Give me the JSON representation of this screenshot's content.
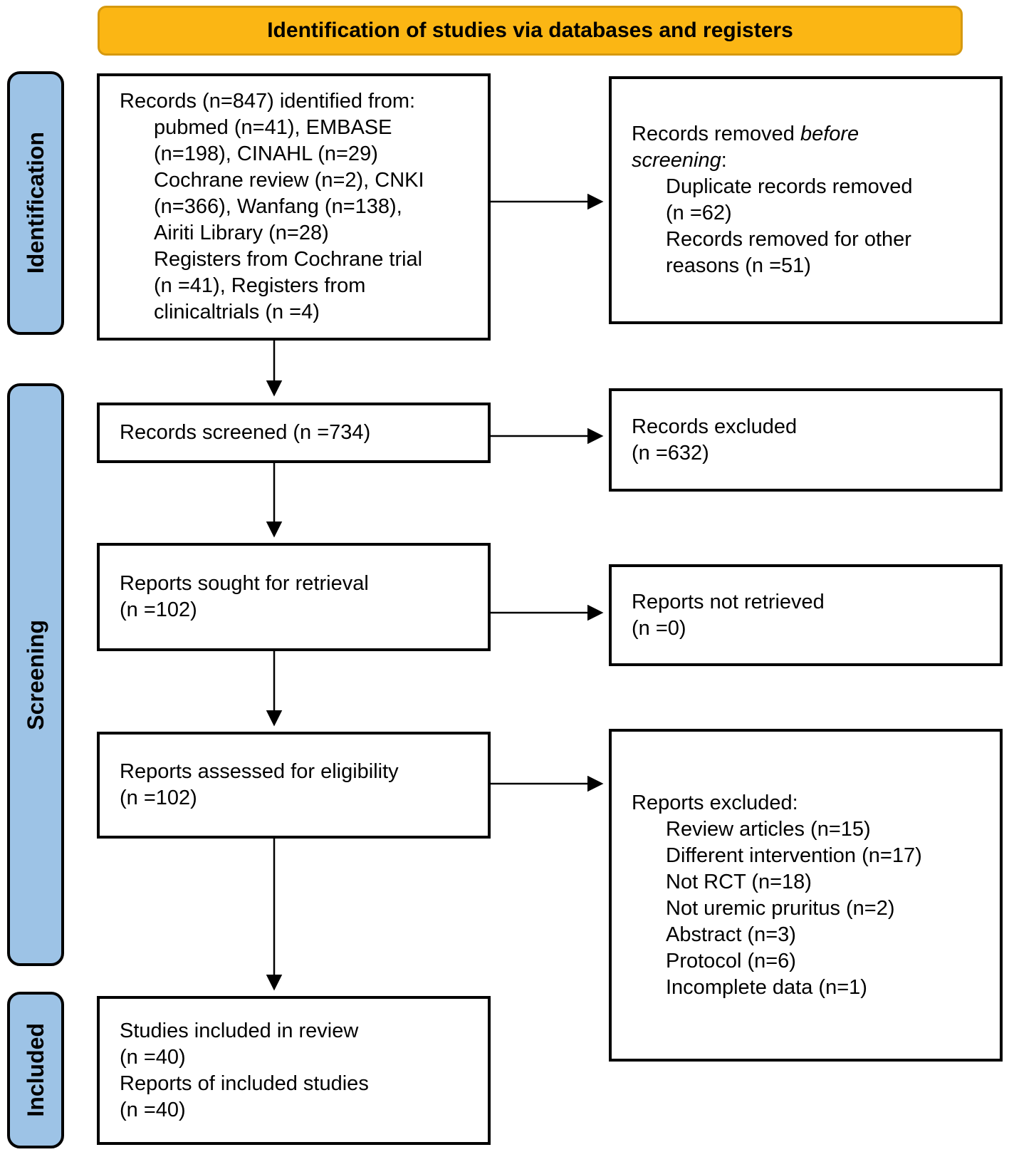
{
  "header": {
    "title": "Identification of studies via databases and registers"
  },
  "colors": {
    "header_fill": "#FBB614",
    "header_border": "#D6990F",
    "stage_fill": "#9DC3E6",
    "stage_border": "#000000",
    "box_border": "#000000",
    "text": "#000000"
  },
  "stages": [
    {
      "label": "Identification"
    },
    {
      "label": "Screening"
    },
    {
      "label": "Included"
    }
  ],
  "flow": {
    "left": [
      {
        "id": "records-identified",
        "lines": [
          {
            "text": "Records (n=847) identified from:",
            "indent": 0
          },
          {
            "text": "pubmed (n=41), EMBASE",
            "indent": 1
          },
          {
            "text": "(n=198), CINAHL (n=29)",
            "indent": 1
          },
          {
            "text": "Cochrane review (n=2), CNKI",
            "indent": 1
          },
          {
            "text": "(n=366), Wanfang (n=138),",
            "indent": 1
          },
          {
            "text": "Airiti Library (n=28)",
            "indent": 1
          },
          {
            "text": "Registers from Cochrane trial",
            "indent": 1
          },
          {
            "text": "(n =41), Registers from",
            "indent": 1
          },
          {
            "text": "clinicaltrials (n =4)",
            "indent": 1
          }
        ]
      },
      {
        "id": "records-screened",
        "lines": [
          {
            "text": "Records screened (n =734)",
            "indent": 0
          }
        ]
      },
      {
        "id": "reports-sought",
        "lines": [
          {
            "text": "Reports sought for retrieval",
            "indent": 0
          },
          {
            "text": "(n =102)",
            "indent": 0
          }
        ]
      },
      {
        "id": "reports-assessed",
        "lines": [
          {
            "text": "Reports assessed for eligibility",
            "indent": 0
          },
          {
            "text": "(n =102)",
            "indent": 0
          }
        ]
      },
      {
        "id": "studies-included",
        "lines": [
          {
            "text": "Studies included in review",
            "indent": 0
          },
          {
            "text": "(n =40)",
            "indent": 0
          },
          {
            "text": "Reports of included studies",
            "indent": 0
          },
          {
            "text": "(n =40)",
            "indent": 0
          }
        ]
      }
    ],
    "right": [
      {
        "id": "records-removed",
        "lines": [
          {
            "parts": [
              {
                "t": "Records removed ",
                "i": false
              },
              {
                "t": "before",
                "i": true
              }
            ],
            "indent": 0
          },
          {
            "parts": [
              {
                "t": "screening",
                "i": true
              },
              {
                "t": ":",
                "i": false
              }
            ],
            "indent": 0
          },
          {
            "text": "Duplicate records removed",
            "indent": 1
          },
          {
            "text": "(n =62)",
            "indent": 1
          },
          {
            "text": "Records removed for other",
            "indent": 1
          },
          {
            "text": "reasons (n =51)",
            "indent": 1
          }
        ]
      },
      {
        "id": "records-excluded",
        "lines": [
          {
            "text": "Records excluded",
            "indent": 0
          },
          {
            "text": "(n =632)",
            "indent": 0
          }
        ]
      },
      {
        "id": "reports-not-retrieved",
        "lines": [
          {
            "text": "Reports not retrieved",
            "indent": 0
          },
          {
            "text": "(n =0)",
            "indent": 0
          }
        ]
      },
      {
        "id": "reports-excluded",
        "lines": [
          {
            "text": "Reports excluded:",
            "indent": 0
          },
          {
            "text": "Review articles (n=15)",
            "indent": 1
          },
          {
            "text": "Different intervention (n=17)",
            "indent": 1
          },
          {
            "text": "Not RCT (n=18)",
            "indent": 1
          },
          {
            "text": "Not uremic pruritus (n=2)",
            "indent": 1
          },
          {
            "text": "Abstract (n=3)",
            "indent": 1
          },
          {
            "text": "Protocol (n=6)",
            "indent": 1
          },
          {
            "text": "Incomplete data (n=1)",
            "indent": 1
          }
        ]
      }
    ]
  }
}
